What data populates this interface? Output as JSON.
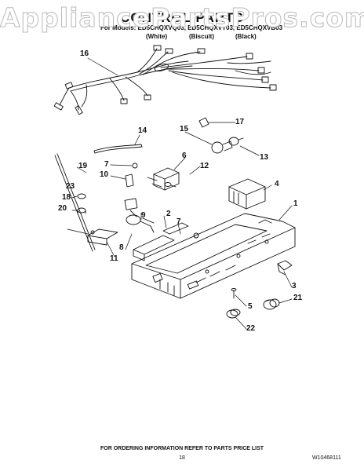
{
  "watermark": "AppliancePartsPros.com",
  "title": "CONTROL PARTS",
  "models_line": "For Models: ED5CHQXVQ03, ED5CHQXVT03, ED5CHQXVB03",
  "colors": [
    "(White)",
    "(Biscuit)",
    "(Black)"
  ],
  "callouts": [
    "16",
    "14",
    "15",
    "17",
    "13",
    "6",
    "7",
    "10",
    "12",
    "19",
    "23",
    "18",
    "20",
    "9",
    "2",
    "7",
    "8",
    "11",
    "4",
    "1",
    "3",
    "21",
    "5",
    "22"
  ],
  "footer": "FOR ORDERING INFORMATION REFER TO PARTS PRICE LIST",
  "page_number": "18",
  "doc_id": "W10468111"
}
